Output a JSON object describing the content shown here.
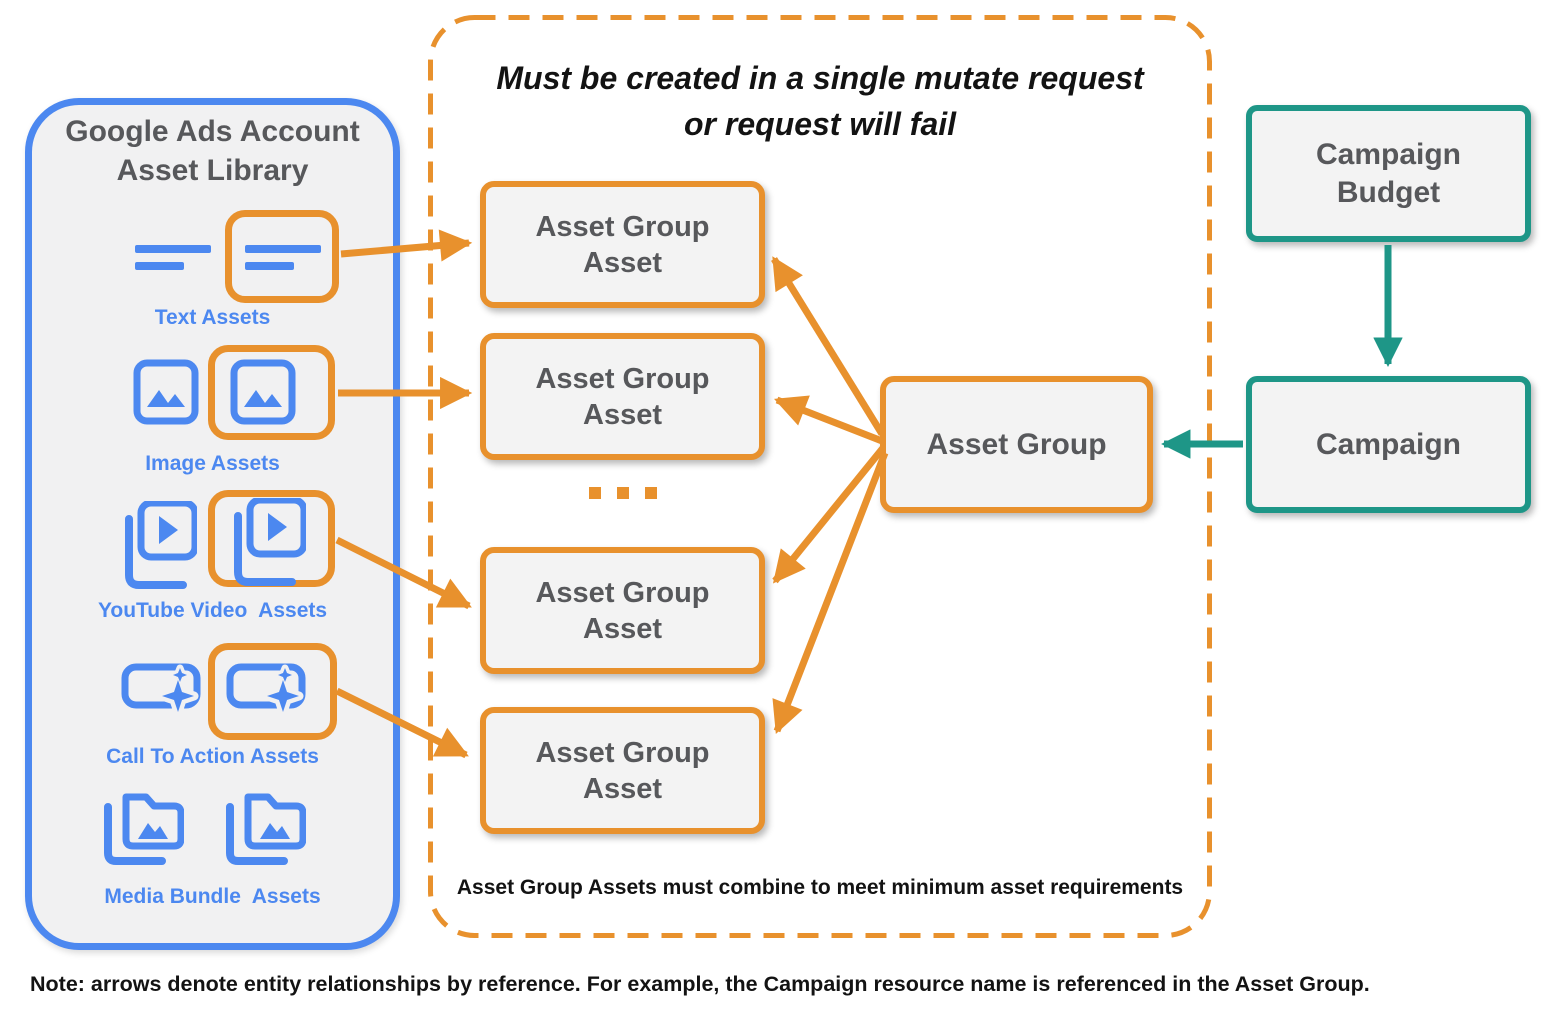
{
  "library": {
    "title": "Google Ads Account\nAsset Library",
    "rows": [
      {
        "label": "Text Assets",
        "icon": "text-lines-icon"
      },
      {
        "label": "Image Assets",
        "icon": "image-icon"
      },
      {
        "label": "YouTube Video  Assets",
        "icon": "youtube-video-icon"
      },
      {
        "label": "Call To Action Assets",
        "icon": "call-to-action-icon"
      },
      {
        "label": "Media Bundle  Assets",
        "icon": "media-bundle-icon"
      }
    ]
  },
  "mutate_container": {
    "title": "Must be created in a single mutate request\nor request will fail",
    "asset_box_label": "Asset Group\nAsset",
    "ellipsis": "...",
    "footer": "Asset Group Assets must combine to meet minimum asset requirements"
  },
  "entities": {
    "asset_group": "Asset Group",
    "campaign_budget": "Campaign\nBudget",
    "campaign": "Campaign"
  },
  "note": "Note: arrows denote entity relationships by reference. For example, the Campaign resource name is referenced in the Asset Group.",
  "colors": {
    "orange": "#E8912D",
    "blue": "#4C88F0",
    "teal": "#1E9687",
    "box_fill": "#F3F3F3",
    "panel_fill": "#F1F1F2",
    "ink": "#57585B"
  }
}
